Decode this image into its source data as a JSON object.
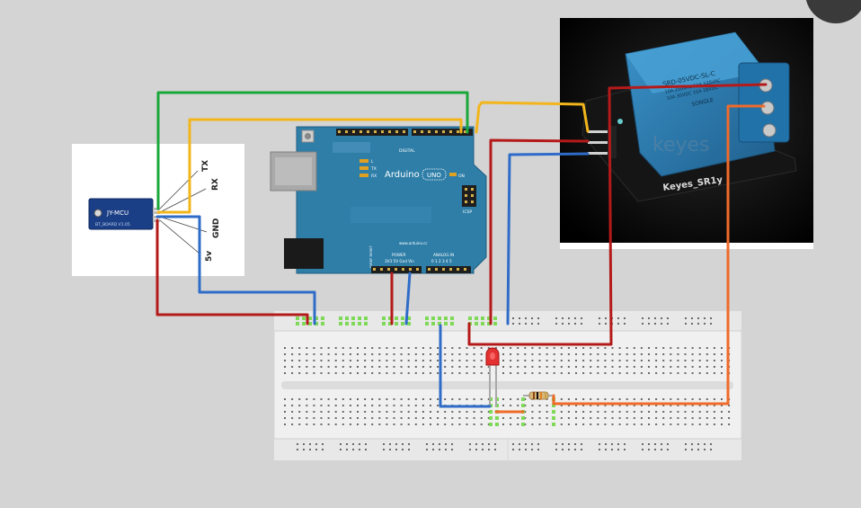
{
  "bluetooth_module": {
    "chip_text": "JY-MCU",
    "board_text": "BT_BOARD V1.05",
    "pin_labels": [
      "TX",
      "RX",
      "GND",
      "5v"
    ]
  },
  "arduino": {
    "logo_text": "Arduino",
    "model_text": "UNO",
    "on_label": "ON",
    "tx_label": "TX",
    "rx_label": "RX",
    "l_label": "L",
    "digital_label": "DIGITAL",
    "icsp_label": "ICSP",
    "website_text": "www.arduino.cc",
    "power_label": "POWER",
    "analog_label": "ANALOG IN",
    "power_pins": "3V3 5V Gnd Vin",
    "analog_pins": "0 1 2 3 4 5",
    "ioref_text": "IOREF RESET"
  },
  "relay": {
    "cube_text_lines": [
      "SRD-05VDC-SL-C",
      "10A 250VAC 10A 125VAC",
      "10A 30VDC 10A 28VDC"
    ],
    "cube_brand": "SONGLE",
    "watermark": "keyes",
    "board_label": "Keyes_SR1y"
  },
  "colors": {
    "background": "#d4d4d4",
    "wire_green": "#1aa83a",
    "wire_yellow": "#f2b51c",
    "wire_red": "#b51a1a",
    "wire_blue": "#2f6cc8",
    "wire_orange": "#f06a2a",
    "arduino_board": "#2e7ea8",
    "relay_cube": "#2b7fb5",
    "breadboard": "#f0f0f0",
    "hole_highlight": "#7ed957"
  },
  "icons": [
    "bluetooth-module",
    "arduino-uno",
    "relay-module",
    "breadboard",
    "red-led",
    "resistor"
  ]
}
